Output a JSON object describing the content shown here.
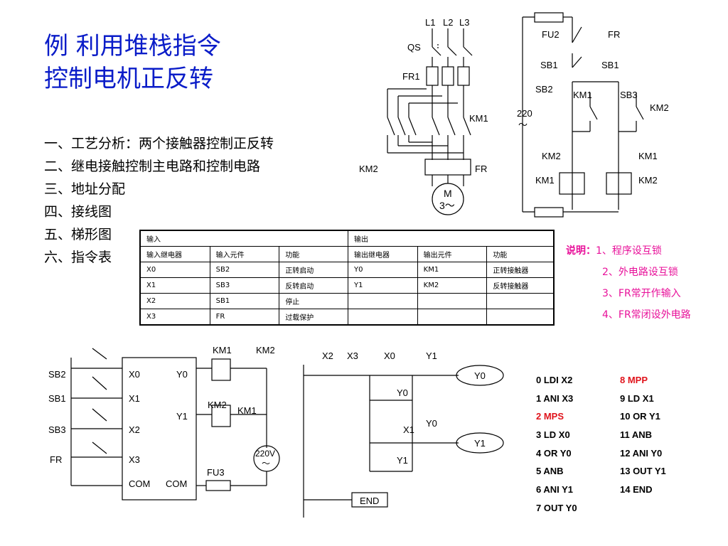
{
  "title": {
    "line1": "例  利用堆栈指令",
    "line2": "控制电机正反转"
  },
  "outline": [
    "一、工艺分析：两个接触器控制正反转",
    "二、继电接触控制主电路和控制电路",
    "三、地址分配",
    "四、接线图",
    "五、梯形图",
    "六、指令表"
  ],
  "main_circuit": {
    "l1": "L1",
    "l2": "L2",
    "l3": "L3",
    "qs": "QS",
    "fr1": "FR1",
    "km1": "KM1",
    "km2": "KM2",
    "fr": "FR",
    "motor_m": "M",
    "motor_3": "3～"
  },
  "control_circuit": {
    "fu2": "FU2",
    "fr": "FR",
    "sb1_left": "SB1",
    "sb1_right": "SB1",
    "sb2": "SB2",
    "km1_contact": "KM1",
    "sb3": "SB3",
    "km2_contact": "KM2",
    "v220": "220",
    "tilde": "～",
    "km2_nc": "KM2",
    "km1_nc": "KM1",
    "km1_coil": "KM1",
    "km2_coil": "KM2"
  },
  "io_table": {
    "input_header": "输入",
    "output_header": "输出",
    "columns": [
      "输入继电器",
      "输入元件",
      "功能",
      "输出继电器",
      "输出元件",
      "功能"
    ],
    "rows": [
      [
        "X0",
        "SB2",
        "正转启动",
        "Y0",
        "KM1",
        "正转接触器"
      ],
      [
        "X1",
        "SB3",
        "反转启动",
        "Y1",
        "KM2",
        "反转接触器"
      ],
      [
        "X2",
        "SB1",
        "停止",
        "",
        "",
        ""
      ],
      [
        "X3",
        "FR",
        "过载保护",
        "",
        "",
        ""
      ]
    ]
  },
  "notes": {
    "key": "说明：",
    "items": [
      "1、程序设互锁",
      "2、外电路设互锁",
      "3、FR常开作输入",
      "4、FR常闭设外电路"
    ]
  },
  "wiring": {
    "sb2": "SB2",
    "sb1": "SB1",
    "sb3": "SB3",
    "fr": "FR",
    "x0": "X0",
    "x1": "X1",
    "x2": "X2",
    "x3": "X3",
    "y0": "Y0",
    "y1": "Y1",
    "com1": "COM",
    "com2": "COM",
    "km1_top": "KM1",
    "km2_top": "KM2",
    "km2_mid": "KM2",
    "km1_mid": "KM1",
    "fu3": "FU3",
    "v220": "220V",
    "tilde": "～"
  },
  "ladder": {
    "x2": "X2",
    "x3": "X3",
    "x0": "X0",
    "y1_top": "Y1",
    "coil_y0": "Y0",
    "y0_contact": "Y0",
    "x1": "X1",
    "y0_nc": "Y0",
    "coil_y1": "Y1",
    "y1_contact": "Y1",
    "end": "END"
  },
  "instructions": {
    "left": [
      {
        "text": "0   LDI X2",
        "highlight": false
      },
      {
        "text": "1   ANI  X3",
        "highlight": false
      },
      {
        "text": "2   MPS",
        "highlight": true
      },
      {
        "text": "3   LD  X0",
        "highlight": false
      },
      {
        "text": "4   OR  Y0",
        "highlight": false
      },
      {
        "text": "5   ANB",
        "highlight": false
      },
      {
        "text": "6   ANI  Y1",
        "highlight": false
      },
      {
        "text": "7   OUT Y0",
        "highlight": false
      }
    ],
    "right": [
      {
        "text": "8     MPP",
        "highlight": true
      },
      {
        "text": "9     LD   X1",
        "highlight": false
      },
      {
        "text": "10   OR   Y1",
        "highlight": false
      },
      {
        "text": "11   ANB",
        "highlight": false
      },
      {
        "text": "12   ANI   Y0",
        "highlight": false
      },
      {
        "text": "13   OUT  Y1",
        "highlight": false
      },
      {
        "text": "14   END",
        "highlight": false
      }
    ]
  },
  "colors": {
    "title": "#0a1cc8",
    "notes": "#e8119a",
    "highlight": "#e0141c"
  }
}
